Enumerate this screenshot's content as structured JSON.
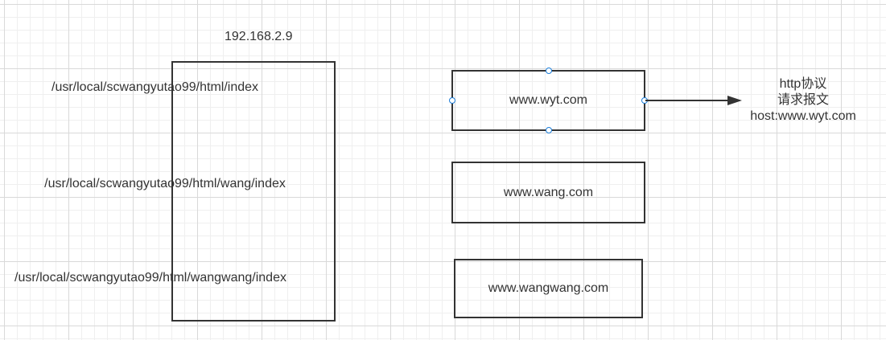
{
  "server": {
    "ip": "192.168.2.9",
    "paths": [
      "/usr/local/scwangyutao99/html/index",
      "/usr/local/scwangyutao99/html/wang/index",
      "/usr/local/scwangyutao99/html/wangwang/index"
    ]
  },
  "domains": [
    "www.wyt.com",
    "www.wang.com",
    "www.wangwang.com"
  ],
  "note": {
    "line1": "http协议",
    "line2": "请求报文",
    "line3": "host:www.wyt.com"
  },
  "colors": {
    "stroke": "#333333",
    "grid": "#d9d9d9",
    "selection": "#1a7cd8"
  }
}
